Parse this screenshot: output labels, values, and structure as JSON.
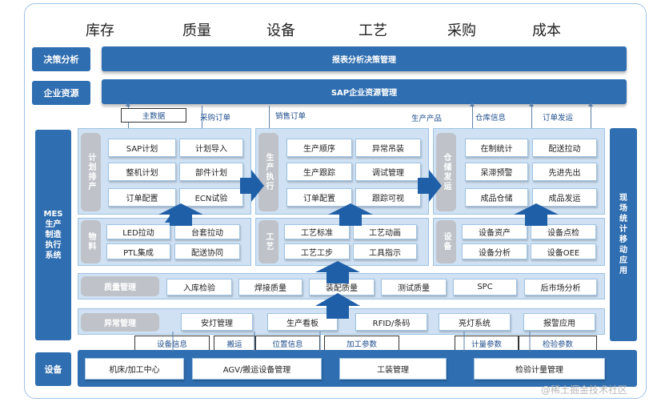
{
  "top_categories": [
    "库存",
    "质量",
    "设备",
    "工艺",
    "采购",
    "成本"
  ],
  "rows": {
    "decision": {
      "label": "决策分析",
      "bar": "报表分析决策管理"
    },
    "enterprise": {
      "label": "企业资源",
      "bar": "SAP企业资源管理"
    }
  },
  "flows": {
    "master_data": "主数据",
    "purchase_order": "采购订单",
    "sales_order": "销售订单",
    "product": "生产产品",
    "warehouse_info": "仓库信息",
    "order_delivery": "订单发运"
  },
  "mes_label": "MES生产制造执行系统",
  "site_label": "现场统计 移动应用",
  "planning": {
    "tag": "计划排产",
    "cells": [
      "SAP计划",
      "计划导入",
      "整机计划",
      "部件计划",
      "订单配置",
      "ECN试验"
    ]
  },
  "production": {
    "tag": "生产执行",
    "cells": [
      "生产顺序",
      "异常吊装",
      "生产跟踪",
      "调试管理",
      "订单配置",
      "跟踪可视"
    ]
  },
  "warehouse": {
    "tag": "仓储发运",
    "cells": [
      "在制统计",
      "配送拉动",
      "呆滞预警",
      "先进先出",
      "成品仓储",
      "成品发运"
    ]
  },
  "material": {
    "tag": "物料",
    "cells": [
      "LED拉动",
      "台套拉动",
      "PTL集成",
      "配送协同"
    ]
  },
  "process": {
    "tag": "工艺",
    "cells": [
      "工艺标准",
      "工艺动画",
      "工艺工步",
      "工具指示"
    ]
  },
  "equipment_mod": {
    "tag": "设备",
    "cells": [
      "设备资产",
      "设备点检",
      "设备分析",
      "设备OEE"
    ]
  },
  "quality": {
    "tag": "质量管理",
    "cells": [
      "入库检验",
      "焊接质量",
      "装配质量",
      "测试质量",
      "SPC",
      "后市场分析"
    ]
  },
  "exception": {
    "tag": "异常管理",
    "cells": [
      "安灯管理",
      "生产看板",
      "RFID/条码",
      "亮灯系统",
      "报警应用"
    ]
  },
  "interfaces": [
    "设备信息",
    "搬运",
    "位置信息",
    "加工参数",
    "计量参数",
    "检验参数"
  ],
  "devices": {
    "label": "设备",
    "cells": [
      "机床/加工中心",
      "AGV/搬运设备管理",
      "工装管理",
      "检验计量管理"
    ]
  },
  "watermark": "@稀土掘金技术社区",
  "colors": {
    "primary": "#2f6eb0",
    "panel": "#cfe1f3",
    "tag": "#bfc3c9",
    "arrow": "#1f5fa8"
  }
}
